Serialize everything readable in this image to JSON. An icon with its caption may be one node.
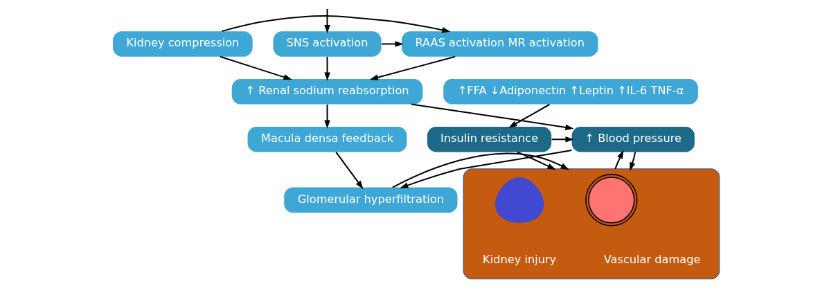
{
  "diagram": {
    "nodes": [
      {
        "text": [
          "SNS activation"
        ]
      },
      {
        "text": [
          "RAAS activation MR activation"
        ]
      },
      {
        "text": [
          "Kidney compression"
        ]
      },
      {
        "text": [
          "↑FFA ↓Adiponectin ↑Leptin ↑IL-6 TNF-α"
        ]
      },
      {
        "text": [
          "↑ Renal sodium reabsorption"
        ]
      },
      {
        "text": [
          "Macula densa feedback"
        ]
      },
      {
        "text": [
          "↑ Blood pressure"
        ]
      },
      {
        "text": [
          "Insulin resistance"
        ]
      },
      {
        "text": [
          "Glomerular hyperfiltration"
        ]
      },
      {
        "text": [],
        "shape": "ellipse"
      },
      {
        "text": [],
        "shape": "circle",
        "in": 9,
        "beside": [
          "Vascular damage"
        ]
      },
      {
        "text": [],
        "shape": "picture",
        "in": 9,
        "beside": [
          "Kidney injury"
        ]
      }
    ],
    "edges": [
      {
        "from": null,
        "to": 0,
        "arrow": "to"
      },
      {
        "from": 0,
        "to": 1,
        "arrow": "to"
      },
      {
        "from": 2,
        "to": 1,
        "arrow": "to"
      },
      {
        "from": 0,
        "to": 4,
        "arrow": "to"
      },
      {
        "from": 1,
        "to": 4,
        "arrow": "to"
      },
      {
        "from": 2,
        "to": 4,
        "arrow": "to"
      },
      {
        "from": 4,
        "to": 5,
        "arrow": "to"
      },
      {
        "from": 4,
        "to": 6,
        "arrow": "to"
      },
      {
        "from": 3,
        "to": 7,
        "arrow": "to"
      },
      {
        "from": 7,
        "to": 6,
        "arrow": "to"
      },
      {
        "from": 5,
        "to": 8,
        "arrow": "to"
      },
      {
        "from": 6,
        "to": 8,
        "arrow": "to"
      },
      {
        "from": 6,
        "to": 9,
        "arrow": "to"
      },
      {
        "from": 9,
        "to": 6,
        "arrow": "to"
      },
      {
        "from": 7,
        "to": 9,
        "arrow": "to"
      },
      {
        "from": 8,
        "to": 9,
        "arrow": "to"
      }
    ]
  }
}
